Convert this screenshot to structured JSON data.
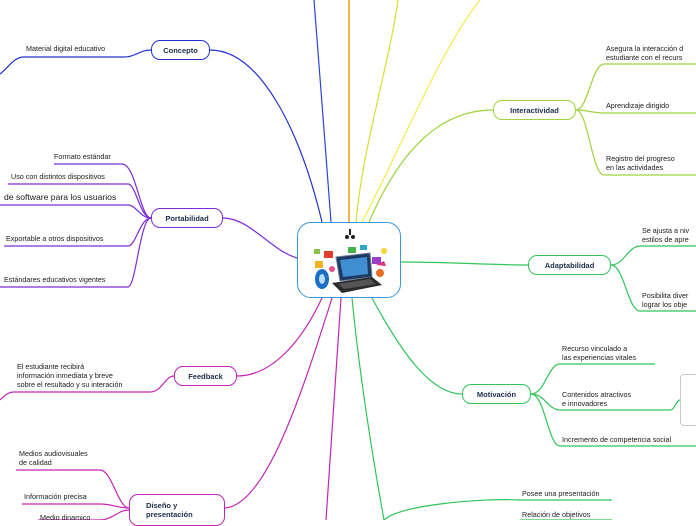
{
  "center": {
    "icon": "scissors-icon",
    "image": "laptop-multimedia-collage-image"
  },
  "branches": {
    "concepto": {
      "label": "Concepto",
      "color": "#2233cc",
      "leaves": [
        "Material digital educativo"
      ]
    },
    "portabilidad": {
      "label": "Portabilidad",
      "color": "#7d2dd6",
      "leaves": [
        "Formato estándar",
        "Uso con distintos dispositivos",
        "de software para los usuarios",
        "Exportable a otros dispositivos",
        "Estándares educativos vigentes"
      ]
    },
    "feedback": {
      "label": "Feedback",
      "color": "#c424b8",
      "leaves": [
        "El estudiante recibirá\ninformación inmediata y breve\nsobre el resultado y su interación"
      ]
    },
    "diseno": {
      "label": "Diseño y\npresentación",
      "color": "#c424b8",
      "leaves": [
        "Medios audiovisuales\nde calidad",
        "Información precisa",
        "Medio dinamico"
      ]
    },
    "interactividad": {
      "label": "Interactividad",
      "color": "#9fd43c",
      "leaves": [
        "Asegura la interacción d\nestudiante con el recurs",
        "Aprendizaje dirigido",
        "Registro del progreso\nen las actividades"
      ]
    },
    "adaptabilidad": {
      "label": "Adaptabilidad",
      "color": "#31c45a",
      "leaves": [
        "Se ajusta a niv\nestilos de apre",
        "Posibilita diver\nlograr los obje"
      ]
    },
    "motivacion": {
      "label": "Motivación",
      "color": "#31c45a",
      "leaves": [
        "Recurso vinculado a\nlas experiencias vitales",
        "Contenidos atractivos\ne innovadores",
        "Incremento de competencia social"
      ]
    },
    "bottom_right": {
      "color": "#31c45a",
      "leaves": [
        "Posee una presentación",
        "Relación de objetivos"
      ]
    }
  }
}
